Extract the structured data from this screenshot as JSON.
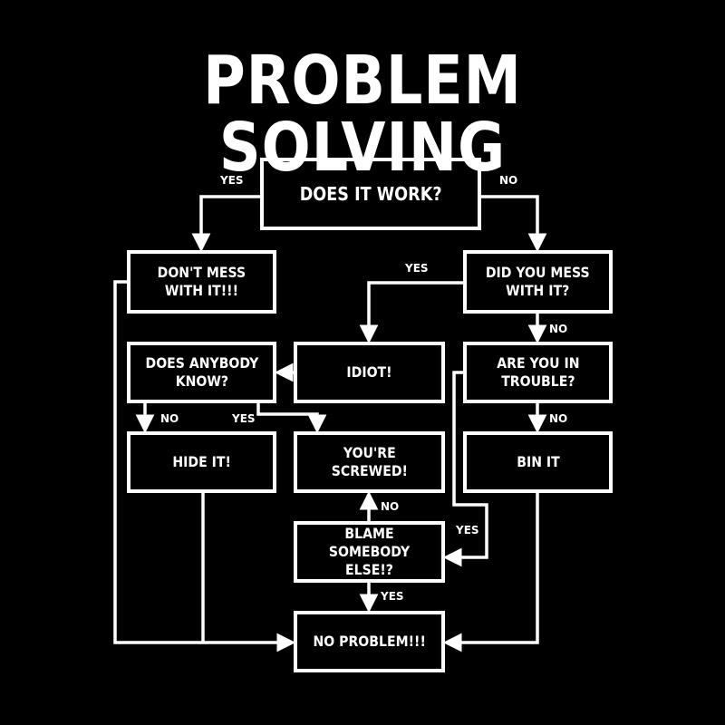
{
  "title": "PROBLEM SOLVING",
  "nodes": {
    "start": "DOES IT WORK?",
    "dont_mess": "DON'T MESS\nWITH IT!!!",
    "did_mess": "DID YOU MESS\nWITH IT?",
    "anybody_know": "DOES ANYBODY\nKNOW?",
    "idiot": "IDIOT!",
    "in_trouble": "ARE YOU IN\nTROUBLE?",
    "hide_it": "HIDE IT!",
    "screwed": "YOU'RE\nSCREWED!",
    "bin_it": "BIN IT",
    "blame": "BLAME\nSOMEBODY ELSE!?",
    "no_problem": "NO PROBLEM!!!"
  },
  "edges": {
    "start_yes": "YES",
    "start_no": "NO",
    "mess_yes": "YES",
    "mess_no": "NO",
    "know_no": "NO",
    "know_yes": "YES",
    "trouble_no": "NO",
    "trouble_yes": "YES",
    "blame_no": "NO",
    "blame_yes": "YES"
  },
  "colors": {
    "background": "#000000",
    "foreground": "#ffffff"
  }
}
